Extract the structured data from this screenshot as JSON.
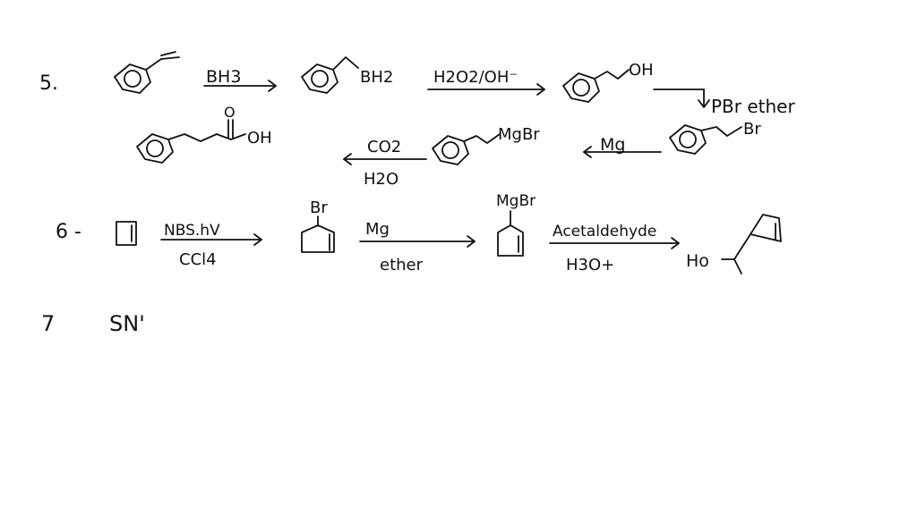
{
  "colors": {
    "ink": "#111111",
    "background": "#ffffff"
  },
  "problem5": {
    "number": "5.",
    "step1_reagent": "BH3",
    "intermediate1_group": "BH2",
    "step2_reagent": "H2O2/OH⁻",
    "intermediate2_group": "OH",
    "step3_reagent": "PBr ether",
    "intermediate3_group": "Br",
    "step4_reagent": "Mg",
    "intermediate4_group": "MgBr",
    "step5_reagent_top": "CO2",
    "step5_reagent_bottom": "H2O",
    "product_group": "OH",
    "product_carbonyl_o": "O"
  },
  "problem6": {
    "number": "6 -",
    "step1_reagent_top": "NBS.hV",
    "step1_reagent_bottom": "CCl4",
    "intermediate1_group": "Br",
    "step2_reagent_top": "Mg",
    "step2_reagent_bottom": "ether",
    "intermediate2_group": "MgBr",
    "step3_reagent_top": "Acetaldehyde",
    "step3_reagent_bottom": "H3O+",
    "product_group": "Ho"
  },
  "problem7": {
    "number": "7",
    "text": "SN'"
  }
}
